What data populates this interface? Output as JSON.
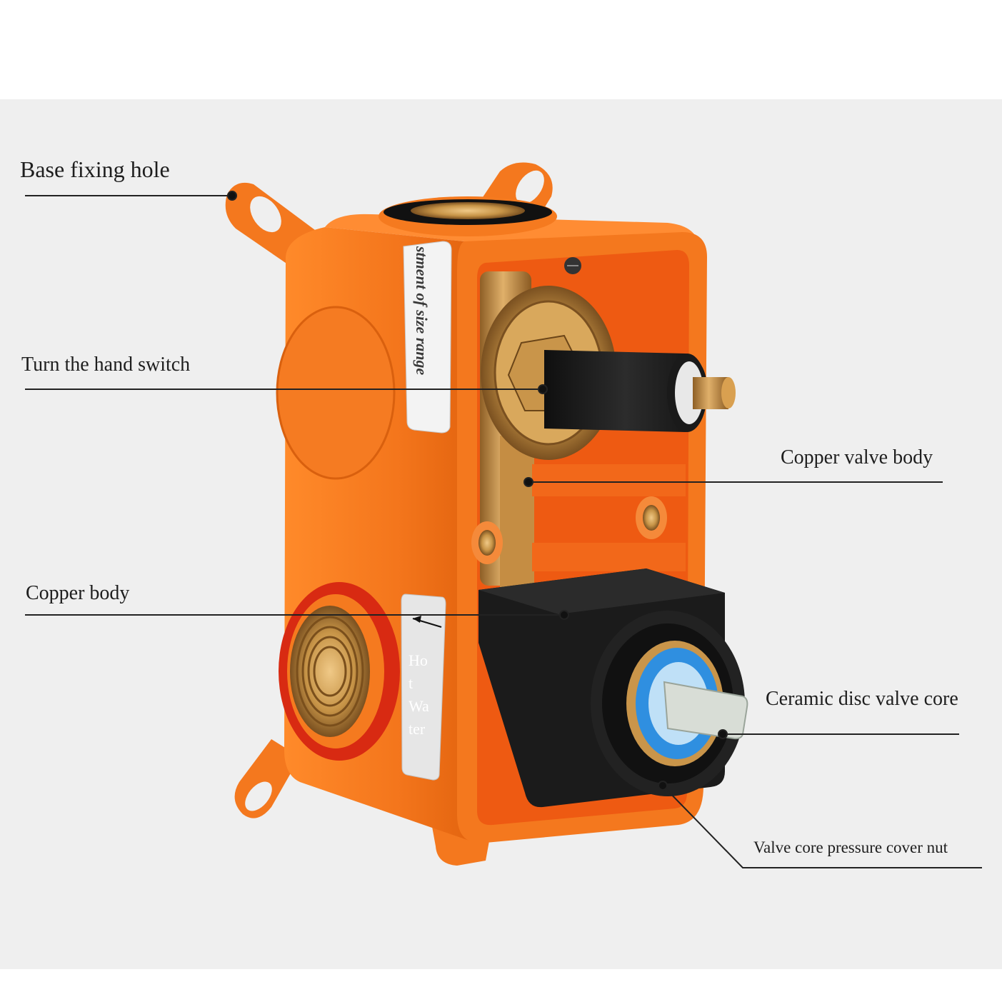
{
  "callouts": [
    {
      "id": "base-fixing-hole",
      "text": "Base fixing hole"
    },
    {
      "id": "turn-hand-switch",
      "text": "Turn the hand switch"
    },
    {
      "id": "copper-valve-body",
      "text": "Copper valve body"
    },
    {
      "id": "copper-body",
      "text": "Copper body"
    },
    {
      "id": "ceramic-disc-valve-core",
      "text": "Ceramic disc valve core"
    },
    {
      "id": "valve-core-pressure-cover-nut",
      "text": "Valve core pressure cover nut"
    }
  ],
  "stickers": {
    "size_range": "stment of size range",
    "hot_water": [
      "Ho",
      "t",
      "Wa",
      "ter"
    ]
  },
  "colors": {
    "box_orange": "#f4781e",
    "box_inner": "#ee5a12",
    "brass": "#c9954a",
    "black_part": "#1b1b1b",
    "disc_blue": "#2f8fe0",
    "background": "#efefef"
  }
}
